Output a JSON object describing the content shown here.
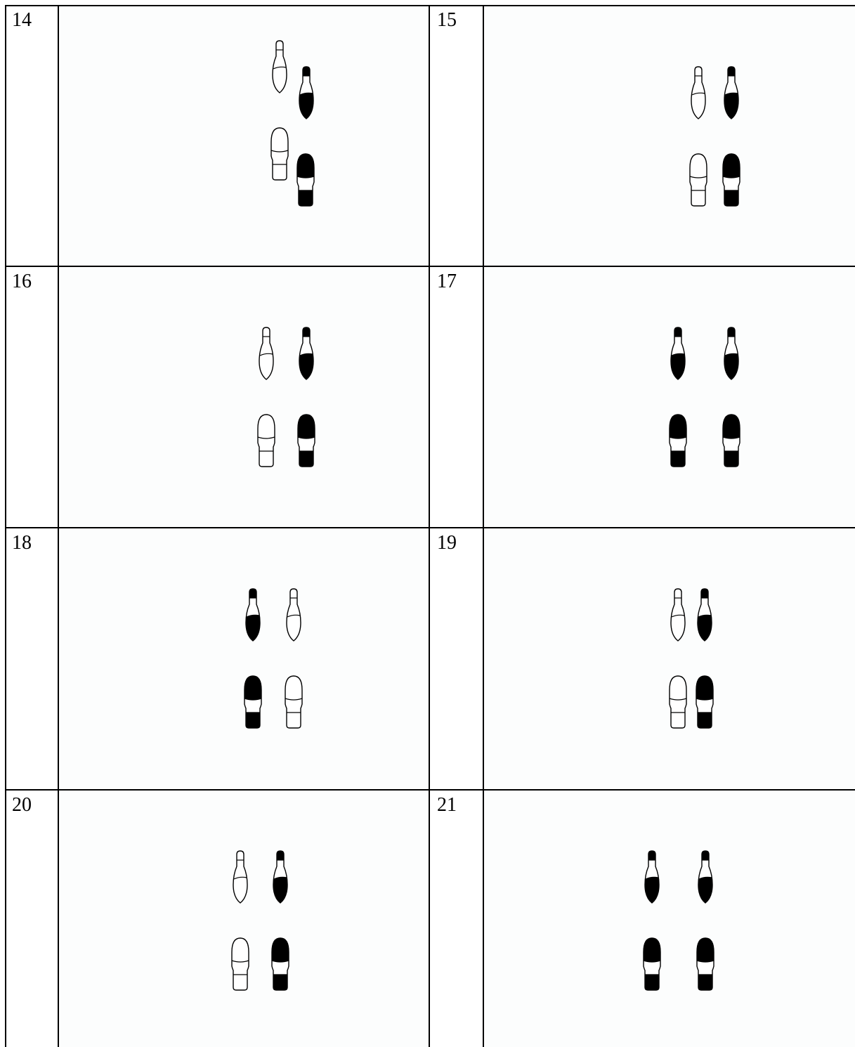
{
  "rows": [
    {
      "cells": [
        {
          "number": "14",
          "feet": [
            {
              "foot": "woman-left",
              "weight": false
            },
            {
              "foot": "woman-right",
              "weight": true
            },
            {
              "foot": "man-left",
              "weight": false
            },
            {
              "foot": "man-right",
              "weight": true
            }
          ]
        },
        {
          "number": "15",
          "feet": [
            {
              "foot": "woman-left",
              "weight": false
            },
            {
              "foot": "woman-right",
              "weight": true
            },
            {
              "foot": "man-left",
              "weight": false
            },
            {
              "foot": "man-right",
              "weight": true
            }
          ]
        }
      ]
    },
    {
      "cells": [
        {
          "number": "16",
          "feet": [
            {
              "foot": "woman-left",
              "weight": false
            },
            {
              "foot": "woman-right",
              "weight": true
            },
            {
              "foot": "man-left",
              "weight": false
            },
            {
              "foot": "man-right",
              "weight": true
            }
          ]
        },
        {
          "number": "17",
          "feet": [
            {
              "foot": "woman-left",
              "weight": true
            },
            {
              "foot": "woman-right",
              "weight": true
            },
            {
              "foot": "man-left",
              "weight": true
            },
            {
              "foot": "man-right",
              "weight": true
            }
          ]
        }
      ]
    },
    {
      "cells": [
        {
          "number": "18",
          "feet": [
            {
              "foot": "woman-left",
              "weight": true
            },
            {
              "foot": "woman-right",
              "weight": false
            },
            {
              "foot": "man-left",
              "weight": true
            },
            {
              "foot": "man-right",
              "weight": false
            }
          ]
        },
        {
          "number": "19",
          "feet": [
            {
              "foot": "woman-left",
              "weight": false
            },
            {
              "foot": "woman-right",
              "weight": true
            },
            {
              "foot": "man-left",
              "weight": false
            },
            {
              "foot": "man-right",
              "weight": true
            }
          ]
        }
      ]
    },
    {
      "cells": [
        {
          "number": "20",
          "feet": [
            {
              "foot": "woman-left",
              "weight": false
            },
            {
              "foot": "woman-right",
              "weight": true
            },
            {
              "foot": "man-left",
              "weight": false
            },
            {
              "foot": "man-right",
              "weight": true
            }
          ]
        },
        {
          "number": "21",
          "feet": [
            {
              "foot": "woman-left",
              "weight": true
            },
            {
              "foot": "woman-right",
              "weight": true
            },
            {
              "foot": "man-left",
              "weight": true
            },
            {
              "foot": "man-right",
              "weight": true
            }
          ]
        }
      ]
    }
  ],
  "colors": {
    "line": "#000000",
    "cell_background": "#fcfdfd",
    "foot_fill": "#000000",
    "foot_outline": "#000000"
  }
}
